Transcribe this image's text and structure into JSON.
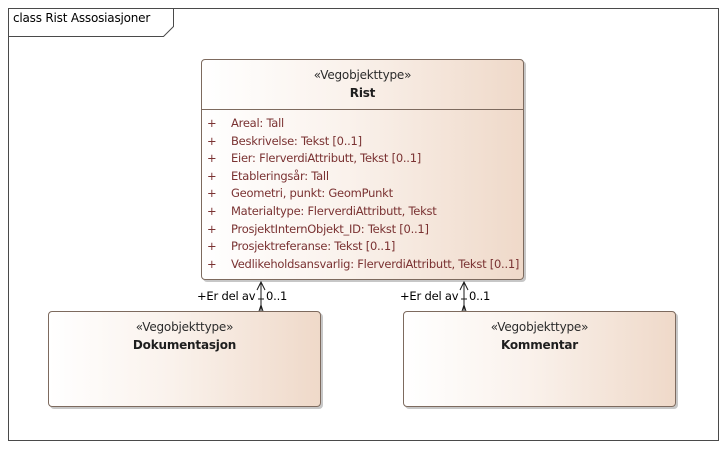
{
  "diagram": {
    "title": "class Rist Assosiasjoner",
    "main_class": {
      "stereotype": "«Vegobjekttype»",
      "name": "Rist",
      "attributes": [
        {
          "visibility": "+",
          "text": "Areal: Tall"
        },
        {
          "visibility": "+",
          "text": "Beskrivelse: Tekst [0..1]"
        },
        {
          "visibility": "+",
          "text": "Eier: FlerverdiAttributt, Tekst [0..1]"
        },
        {
          "visibility": "+",
          "text": "Etableringsår: Tall"
        },
        {
          "visibility": "+",
          "text": "Geometri, punkt: GeomPunkt"
        },
        {
          "visibility": "+",
          "text": "Materialtype: FlerverdiAttributt, Tekst"
        },
        {
          "visibility": "+",
          "text": "ProsjektInternObjekt_ID: Tekst [0..1]"
        },
        {
          "visibility": "+",
          "text": "Prosjektreferanse: Tekst [0..1]"
        },
        {
          "visibility": "+",
          "text": "Vedlikeholdsansvarlig: FlerverdiAttributt, Tekst [0..1]"
        }
      ]
    },
    "related": [
      {
        "stereotype": "«Vegobjekttype»",
        "name": "Dokumentasjon",
        "role": "+Er del av",
        "multiplicity": "0..1"
      },
      {
        "stereotype": "«Vegobjekttype»",
        "name": "Kommentar",
        "role": "+Er del av",
        "multiplicity": "0..1"
      }
    ]
  }
}
